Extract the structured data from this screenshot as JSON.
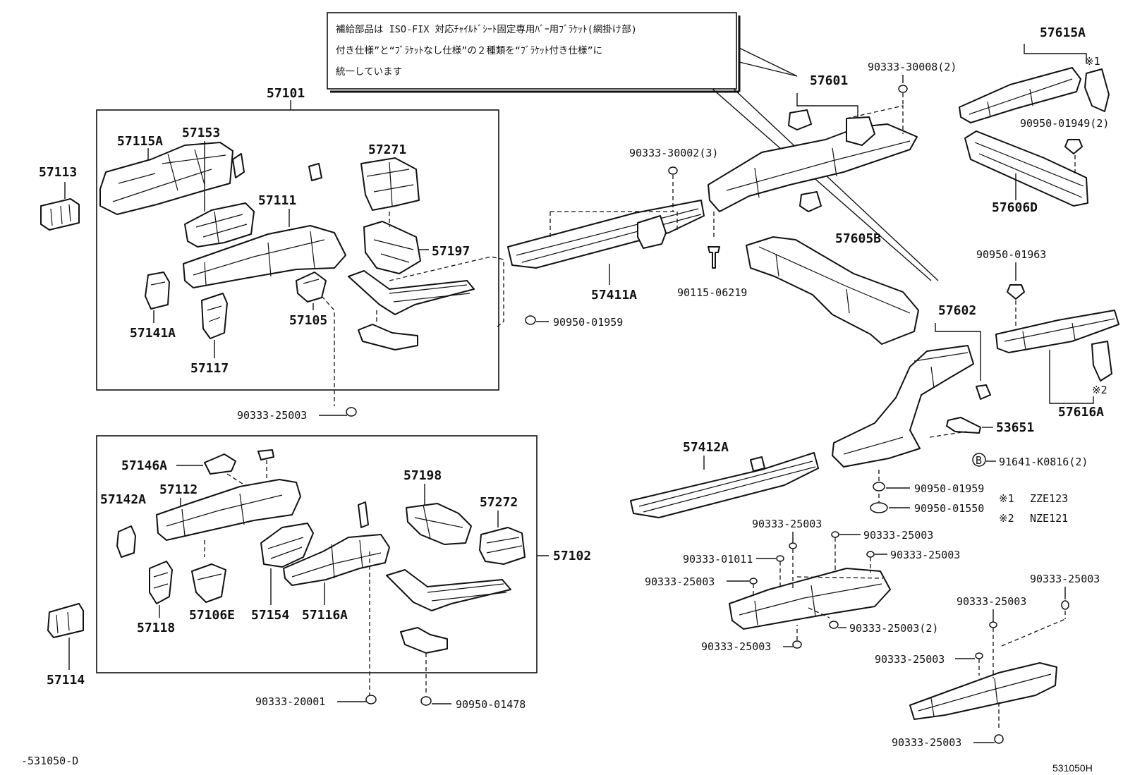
{
  "note": {
    "lines": [
      "補給部品は ISO-FIX 対応ﾁｬｲﾙﾄﾞｼｰﾄ固定専用ﾊﾞｰ用ﾌﾞﾗｹｯﾄ(網掛け部)",
      "付き仕様”と“ﾌﾞﾗｹｯﾄなし仕様”の２種類を“ﾌﾞﾗｹｯﾄ付き仕様”に",
      "統一しています"
    ]
  },
  "variants": [
    {
      "mark": "※1",
      "code": "ZZE123"
    },
    {
      "mark": "※2",
      "code": "NZE121"
    }
  ],
  "markers": {
    "star1": "※1",
    "star2": "※2",
    "b": "B"
  },
  "footer": {
    "left": "-531050-D",
    "right": "531050H"
  },
  "labels": {
    "p57101": "57101",
    "p57102": "57102",
    "p57113": "57113",
    "p57114": "57114",
    "p57115A": "57115A",
    "p57153": "57153",
    "p57271": "57271",
    "p57111": "57111",
    "p57197": "57197",
    "p57141A": "57141A",
    "p57105": "57105",
    "p57117": "57117",
    "p90333_25003_a": "90333-25003",
    "p57146A": "57146A",
    "p57142A": "57142A",
    "p57112": "57112",
    "p57198": "57198",
    "p57272": "57272",
    "p57118": "57118",
    "p57106E": "57106E",
    "p57154": "57154",
    "p57116A": "57116A",
    "p90333_20001": "90333-20001",
    "p90950_01478": "90950-01478",
    "p57601": "57601",
    "p90333_30008": "90333-30008(2)",
    "p57615A": "57615A",
    "p90950_01949": "90950-01949(2)",
    "p57606D": "57606D",
    "p90333_30002": "90333-30002(3)",
    "p57411A": "57411A",
    "p90115_06219": "90115-06219",
    "p90950_01959_a": "90950-01959",
    "p57605B": "57605B",
    "p90950_01963": "90950-01963",
    "p57602": "57602",
    "p57616A": "57616A",
    "p53651": "53651",
    "p91641": "91641-K0816(2)",
    "p57412A": "57412A",
    "p90950_01959_b": "90950-01959",
    "p90950_01550": "90950-01550",
    "p90333_25003_b": "90333-25003",
    "p90333_25003_c": "90333-25003",
    "p90333_01011": "90333-01011",
    "p90333_25003_d": "90333-25003",
    "p90333_25003_e": "90333-25003",
    "p90333_25003_f": "90333-25003(2)",
    "p90333_25003_g": "90333-25003",
    "p90333_25003_h": "90333-25003",
    "p90333_25003_i": "90333-25003",
    "p90333_25003_j": "90333-25003",
    "p90333_25003_k": "90333-25003"
  }
}
